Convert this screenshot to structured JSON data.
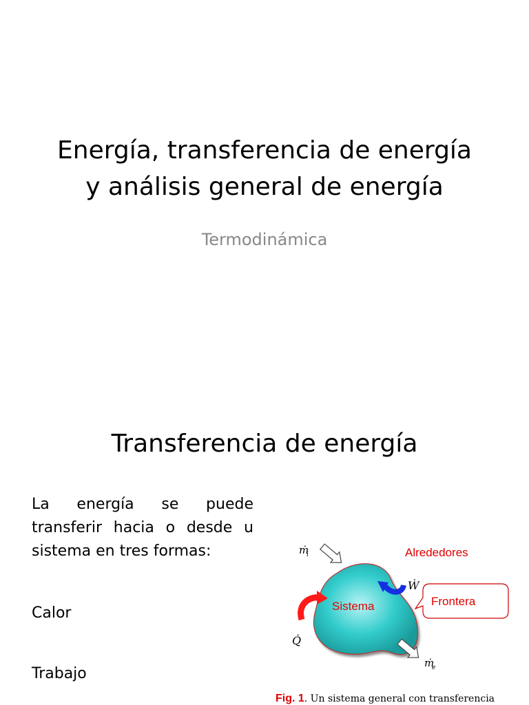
{
  "slide1": {
    "title_line1": "Energía, transferencia de energía",
    "title_line2": "y análisis general de energía",
    "subtitle": "Termodinámica"
  },
  "slide2": {
    "title": "Transferencia de energía",
    "intro_line1": "La energía se puede transferir hacia o desde u sistema en tres formas:",
    "items": [
      "Calor",
      "Trabajo"
    ],
    "diagram": {
      "mass_in": "ṁ",
      "mass_in_sub": "i",
      "mass_out": "ṁ",
      "mass_out_sub": "e",
      "heat": "Q̇",
      "work": "Ẇ",
      "system": "Sistema",
      "surroundings": "Alrededores",
      "boundary": "Frontera"
    },
    "caption_fig": "Fig. 1",
    "caption_text": ". Un sistema general con transferencia"
  }
}
